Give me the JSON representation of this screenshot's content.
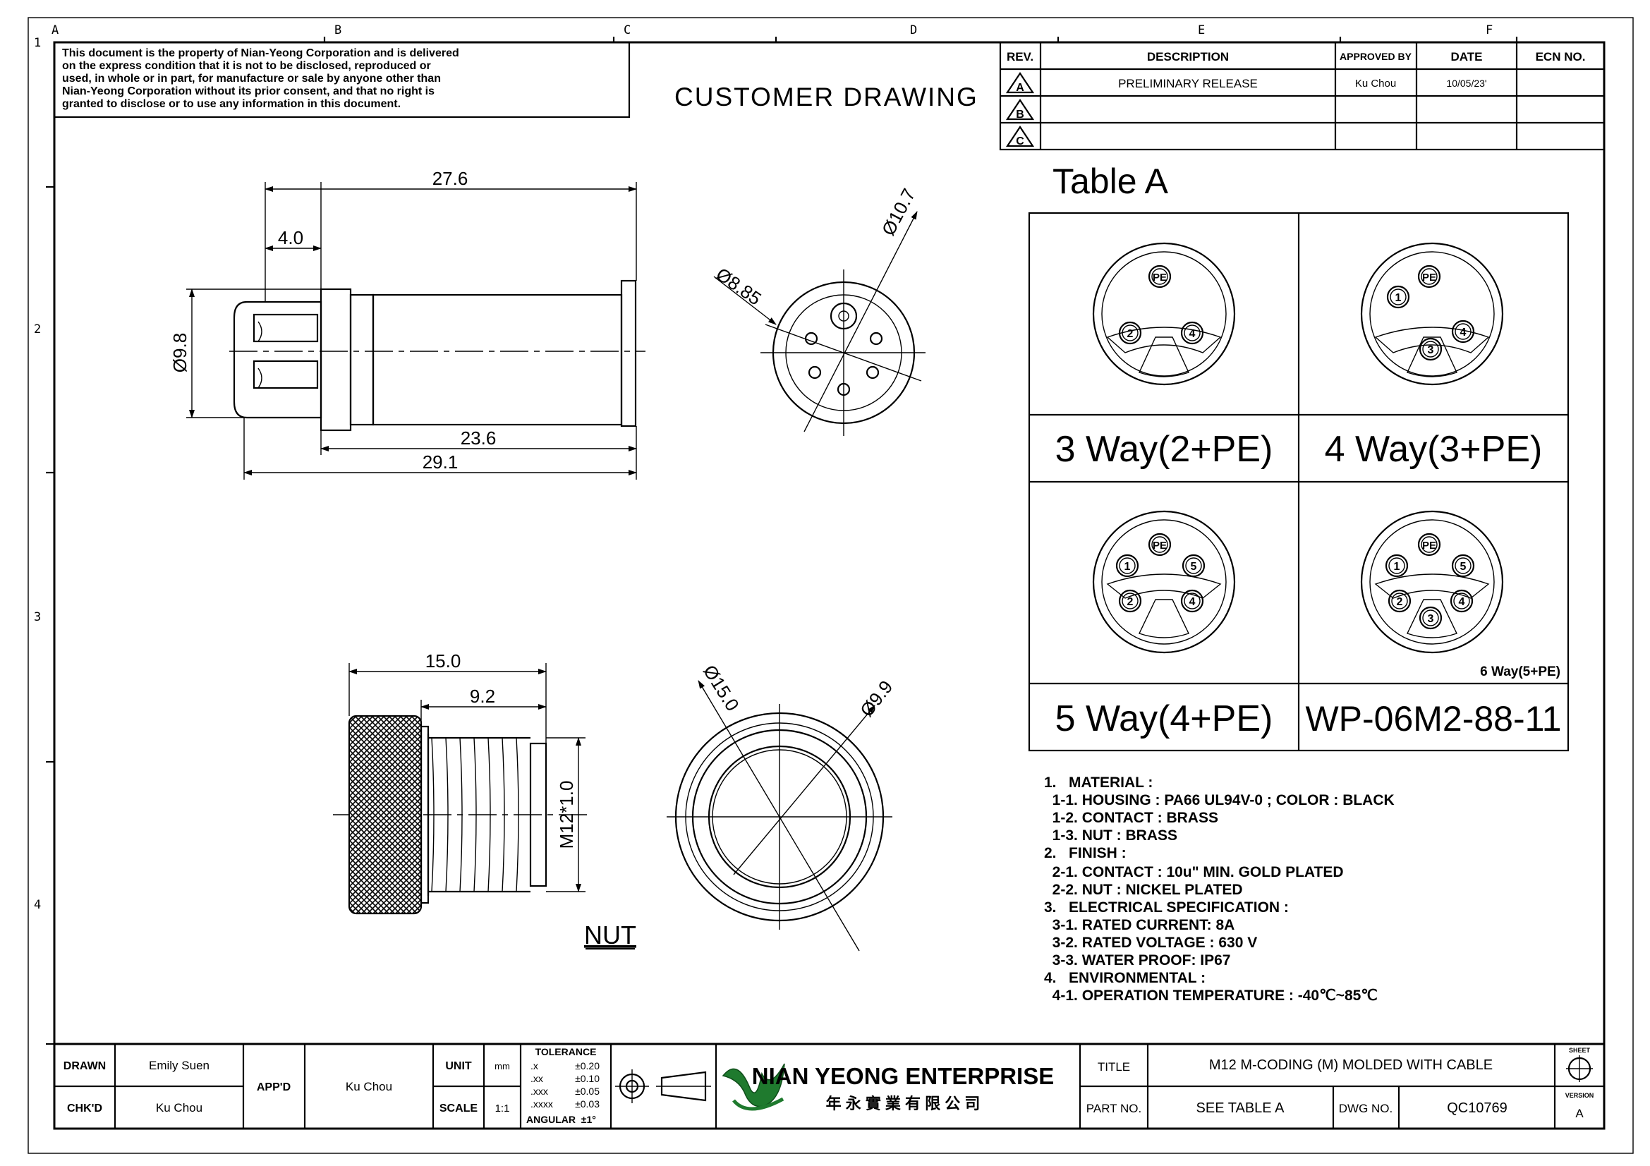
{
  "grid": {
    "columns": [
      "A",
      "B",
      "C",
      "D",
      "E",
      "F"
    ],
    "rows": [
      "1",
      "2",
      "3",
      "4"
    ]
  },
  "notice_lines": [
    "This document is the property of Nian-Yeong Corporation and is delivered",
    "on the express condition that it is not to be disclosed, reproduced or",
    "used, in whole or in part, for manufacture or sale by anyone other than",
    "Nian-Yeong Corporation without its prior consent, and that no right is",
    "granted to disclose or to use any information in this document."
  ],
  "drawing_title": "CUSTOMER DRAWING",
  "revision_table": {
    "headers": {
      "rev": "REV.",
      "description": "DESCRIPTION",
      "approved_by": "APPROVED BY",
      "date": "DATE",
      "ecn": "ECN NO."
    },
    "rows": [
      {
        "rev": "A",
        "description": "PRELIMINARY RELEASE",
        "approved_by": "Ku Chou",
        "date": "10/05/23'",
        "ecn": ""
      },
      {
        "rev": "B",
        "description": "",
        "approved_by": "",
        "date": "",
        "ecn": ""
      },
      {
        "rev": "C",
        "description": "",
        "approved_by": "",
        "date": "",
        "ecn": ""
      }
    ]
  },
  "side_view_dims": {
    "overall": "27.6",
    "nut_len": "4.0",
    "dia": "Ø9.8",
    "body_len": "23.6",
    "total_len": "29.1"
  },
  "front_view_dims": {
    "outer": "Ø10.7",
    "pitch": "Ø8.85"
  },
  "nut_dims": {
    "len": "15.0",
    "thread_len": "9.2",
    "thread": "M12*1.0",
    "outer": "Ø15.0",
    "inner": "Ø9.9",
    "label": "NUT"
  },
  "table_a": {
    "title": "Table A",
    "cells": [
      {
        "label": "3 Way(2+PE)",
        "pins": [
          "PE",
          "2",
          "4"
        ]
      },
      {
        "label": "4 Way(3+PE)",
        "pins": [
          "PE",
          "1",
          "4",
          "3"
        ]
      },
      {
        "label": "5 Way(4+PE)",
        "pins": [
          "PE",
          "1",
          "5",
          "2",
          "4"
        ]
      },
      {
        "label": "WP-06M2-88-11",
        "sublabel": "6 Way(5+PE)",
        "pins": [
          "PE",
          "1",
          "5",
          "2",
          "4",
          "3"
        ]
      }
    ]
  },
  "notes": [
    "1.   MATERIAL :",
    "  1-1. HOUSING : PA66 UL94V-0 ; COLOR : BLACK",
    "  1-2. CONTACT : BRASS",
    "  1-3. NUT : BRASS",
    "2.   FINISH :",
    "  2-1. CONTACT : 10u\" MIN. GOLD PLATED",
    "  2-2. NUT : NICKEL PLATED",
    "3.   ELECTRICAL SPECIFICATION :",
    "  3-1. RATED CURRENT: 8A",
    "  3-2. RATED VOLTAGE : 630 V",
    "  3-3. WATER PROOF: IP67",
    "4.   ENVIRONMENTAL :",
    "  4-1. OPERATION TEMPERATURE : -40℃~85℃"
  ],
  "title_block": {
    "drawn_label": "DRAWN",
    "drawn": "Emily Suen",
    "chkd_label": "CHK'D",
    "chkd": "Ku Chou",
    "appd_label": "APP'D",
    "appd": "Ku Chou",
    "unit_label": "UNIT",
    "unit": "mm",
    "scale_label": "SCALE",
    "scale": "1:1",
    "tolerance_title": "TOLERANCE",
    "tolerance_rows": [
      {
        "k": ".x",
        "v": "±0.20"
      },
      {
        "k": ".xx",
        "v": "±0.10"
      },
      {
        "k": ".xxx",
        "v": "±0.05"
      },
      {
        "k": ".xxxx",
        "v": "±0.03"
      }
    ],
    "angular": "ANGULAR  ±1°",
    "company": "NIAN YEONG ENTERPRISE",
    "company_cn": "年 永 實 業 有 限 公 司",
    "title_label": "TITLE",
    "title": "M12 M-CODING (M) MOLDED WITH CABLE",
    "part_label": "PART NO.",
    "part": "SEE TABLE A",
    "dwg_label": "DWG NO.",
    "dwg": "QC10769",
    "sheet_label": "SHEET",
    "version_label": "VERSION",
    "version": "A"
  }
}
